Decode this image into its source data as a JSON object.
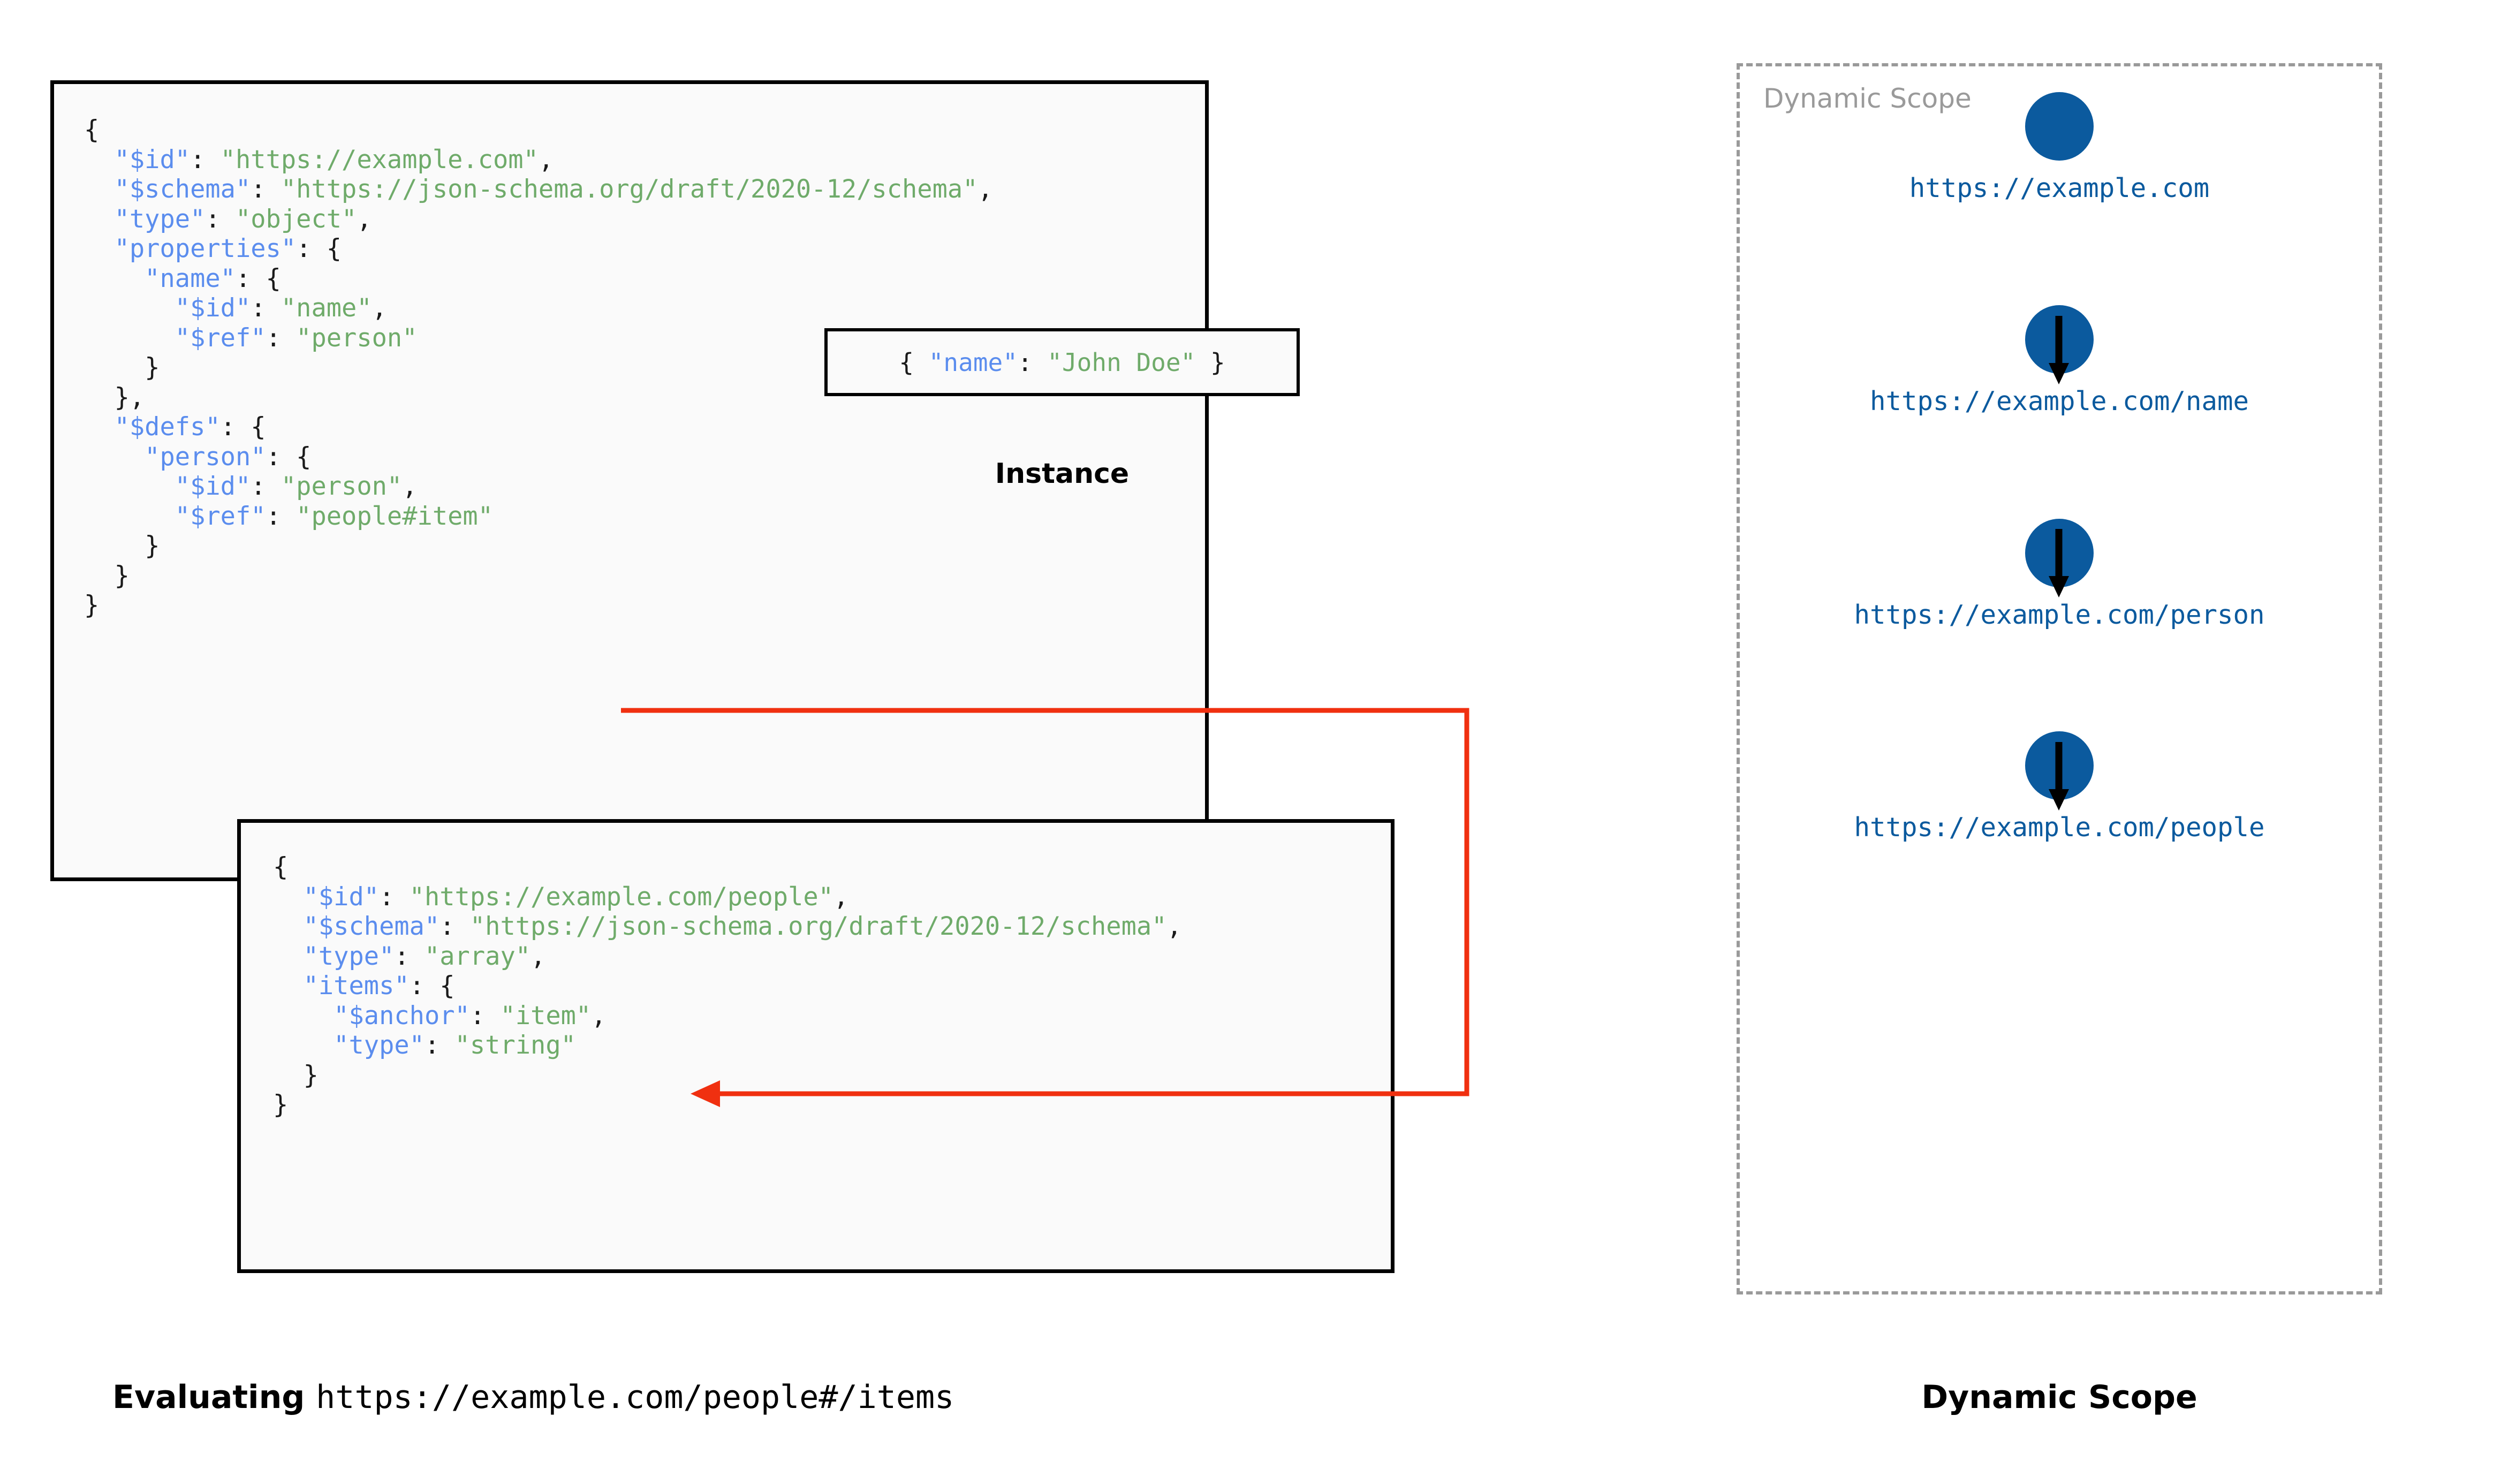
{
  "colors": {
    "key": "#5b8dee",
    "string": "#6fab6a",
    "punctuation": "#1a1a1a",
    "box_border": "#000000",
    "box_fill": "#fafafa",
    "ref_arrow": "#f03010",
    "scope_node": "#0b5a9e",
    "scope_border": "#9a9a9a",
    "page_background": "#ffffff"
  },
  "schema_root": {
    "name": "root-schema",
    "lines": [
      {
        "indent": 0,
        "tokens": [
          {
            "t": "p",
            "v": "{"
          }
        ]
      },
      {
        "indent": 1,
        "tokens": [
          {
            "t": "k",
            "v": "\"$id\""
          },
          {
            "t": "p",
            "v": ": "
          },
          {
            "t": "s",
            "v": "\"https://example.com\""
          },
          {
            "t": "p",
            "v": ","
          }
        ]
      },
      {
        "indent": 1,
        "tokens": [
          {
            "t": "k",
            "v": "\"$schema\""
          },
          {
            "t": "p",
            "v": ": "
          },
          {
            "t": "s",
            "v": "\"https://json-schema.org/draft/2020-12/schema\""
          },
          {
            "t": "p",
            "v": ","
          }
        ]
      },
      {
        "indent": 1,
        "tokens": [
          {
            "t": "k",
            "v": "\"type\""
          },
          {
            "t": "p",
            "v": ": "
          },
          {
            "t": "s",
            "v": "\"object\""
          },
          {
            "t": "p",
            "v": ","
          }
        ]
      },
      {
        "indent": 1,
        "tokens": [
          {
            "t": "k",
            "v": "\"properties\""
          },
          {
            "t": "p",
            "v": ": {"
          }
        ]
      },
      {
        "indent": 2,
        "tokens": [
          {
            "t": "k",
            "v": "\"name\""
          },
          {
            "t": "p",
            "v": ": {"
          }
        ]
      },
      {
        "indent": 3,
        "tokens": [
          {
            "t": "k",
            "v": "\"$id\""
          },
          {
            "t": "p",
            "v": ": "
          },
          {
            "t": "s",
            "v": "\"name\""
          },
          {
            "t": "p",
            "v": ","
          }
        ]
      },
      {
        "indent": 3,
        "tokens": [
          {
            "t": "k",
            "v": "\"$ref\""
          },
          {
            "t": "p",
            "v": ": "
          },
          {
            "t": "s",
            "v": "\"person\""
          }
        ]
      },
      {
        "indent": 2,
        "tokens": [
          {
            "t": "p",
            "v": "}"
          }
        ]
      },
      {
        "indent": 1,
        "tokens": [
          {
            "t": "p",
            "v": "},"
          }
        ]
      },
      {
        "indent": 1,
        "tokens": [
          {
            "t": "k",
            "v": "\"$defs\""
          },
          {
            "t": "p",
            "v": ": {"
          }
        ]
      },
      {
        "indent": 2,
        "tokens": [
          {
            "t": "k",
            "v": "\"person\""
          },
          {
            "t": "p",
            "v": ": {"
          }
        ]
      },
      {
        "indent": 3,
        "tokens": [
          {
            "t": "k",
            "v": "\"$id\""
          },
          {
            "t": "p",
            "v": ": "
          },
          {
            "t": "s",
            "v": "\"person\""
          },
          {
            "t": "p",
            "v": ","
          }
        ]
      },
      {
        "indent": 3,
        "tokens": [
          {
            "t": "k",
            "v": "\"$ref\""
          },
          {
            "t": "p",
            "v": ": "
          },
          {
            "t": "s",
            "v": "\"people#item\""
          }
        ]
      },
      {
        "indent": 2,
        "tokens": [
          {
            "t": "p",
            "v": "}"
          }
        ]
      },
      {
        "indent": 1,
        "tokens": [
          {
            "t": "p",
            "v": "}"
          }
        ]
      },
      {
        "indent": 0,
        "tokens": [
          {
            "t": "p",
            "v": "}"
          }
        ]
      }
    ]
  },
  "instance": {
    "label": "Instance",
    "lines": [
      {
        "indent": 0,
        "tokens": [
          {
            "t": "p",
            "v": "{ "
          },
          {
            "t": "k",
            "v": "\"name\""
          },
          {
            "t": "p",
            "v": ": "
          },
          {
            "t": "s",
            "v": "\"John Doe\""
          },
          {
            "t": "p",
            "v": " }"
          }
        ]
      }
    ]
  },
  "schema_people": {
    "name": "people-schema",
    "lines": [
      {
        "indent": 0,
        "tokens": [
          {
            "t": "p",
            "v": "{"
          }
        ]
      },
      {
        "indent": 1,
        "tokens": [
          {
            "t": "k",
            "v": "\"$id\""
          },
          {
            "t": "p",
            "v": ": "
          },
          {
            "t": "s",
            "v": "\"https://example.com/people\""
          },
          {
            "t": "p",
            "v": ","
          }
        ]
      },
      {
        "indent": 1,
        "tokens": [
          {
            "t": "k",
            "v": "\"$schema\""
          },
          {
            "t": "p",
            "v": ": "
          },
          {
            "t": "s",
            "v": "\"https://json-schema.org/draft/2020-12/schema\""
          },
          {
            "t": "p",
            "v": ","
          }
        ]
      },
      {
        "indent": 1,
        "tokens": [
          {
            "t": "k",
            "v": "\"type\""
          },
          {
            "t": "p",
            "v": ": "
          },
          {
            "t": "s",
            "v": "\"array\""
          },
          {
            "t": "p",
            "v": ","
          }
        ]
      },
      {
        "indent": 1,
        "tokens": [
          {
            "t": "k",
            "v": "\"items\""
          },
          {
            "t": "p",
            "v": ": {"
          }
        ]
      },
      {
        "indent": 2,
        "tokens": [
          {
            "t": "k",
            "v": "\"$anchor\""
          },
          {
            "t": "p",
            "v": ": "
          },
          {
            "t": "s",
            "v": "\"item\""
          },
          {
            "t": "p",
            "v": ","
          }
        ]
      },
      {
        "indent": 2,
        "tokens": [
          {
            "t": "k",
            "v": "\"type\""
          },
          {
            "t": "p",
            "v": ": "
          },
          {
            "t": "s",
            "v": "\"string\""
          }
        ]
      },
      {
        "indent": 1,
        "tokens": [
          {
            "t": "p",
            "v": "}"
          }
        ]
      },
      {
        "indent": 0,
        "tokens": [
          {
            "t": "p",
            "v": "}"
          }
        ]
      }
    ]
  },
  "reference_arrow": {
    "from_label": "\"people#item\"",
    "to_label": "\"$anchor\": \"item\"",
    "color": "#f03010"
  },
  "dynamic_scope": {
    "panel_title": "Dynamic Scope",
    "caption": "Dynamic Scope",
    "nodes": [
      {
        "label": "https://example.com"
      },
      {
        "label": "https://example.com/name"
      },
      {
        "label": "https://example.com/person"
      },
      {
        "label": "https://example.com/people"
      }
    ],
    "arrow_icon": "arrow-down-icon"
  },
  "captions": {
    "evaluating_prefix": "Evaluating ",
    "evaluating_uri": "https://example.com/people#/items"
  }
}
